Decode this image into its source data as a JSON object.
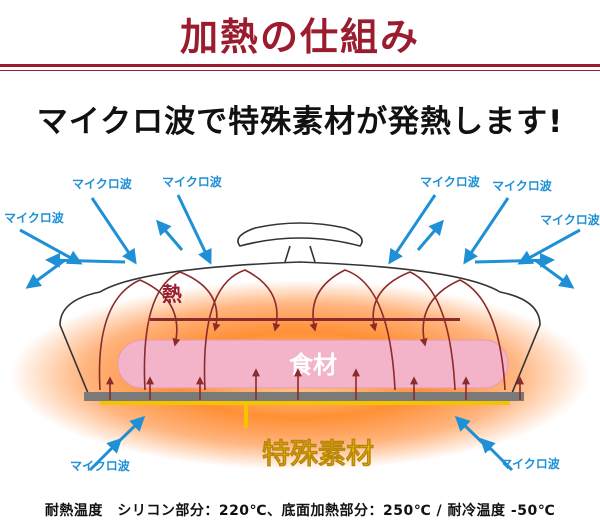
{
  "header": {
    "title": "加熱の仕組み"
  },
  "headline": "マイクロ波で特殊素材が発熱します!",
  "diagram": {
    "microwave_label": "マイクロ波",
    "heat_label": "熱",
    "food_label": "食材",
    "material_label": "特殊素材"
  },
  "footer": {
    "spec_text": "耐熱温度　シリコン部分：220℃、底面加熱部分：250℃ / 耐冷温度 -50℃"
  },
  "colors": {
    "title_red": "#9b1c2e",
    "microwave_blue": "#1e90d6",
    "heat_line": "#8b2b2b",
    "food_pink": "#f3b3c8",
    "material_yellow": "#f5c400",
    "glow_orange": "#ff7a1a"
  }
}
